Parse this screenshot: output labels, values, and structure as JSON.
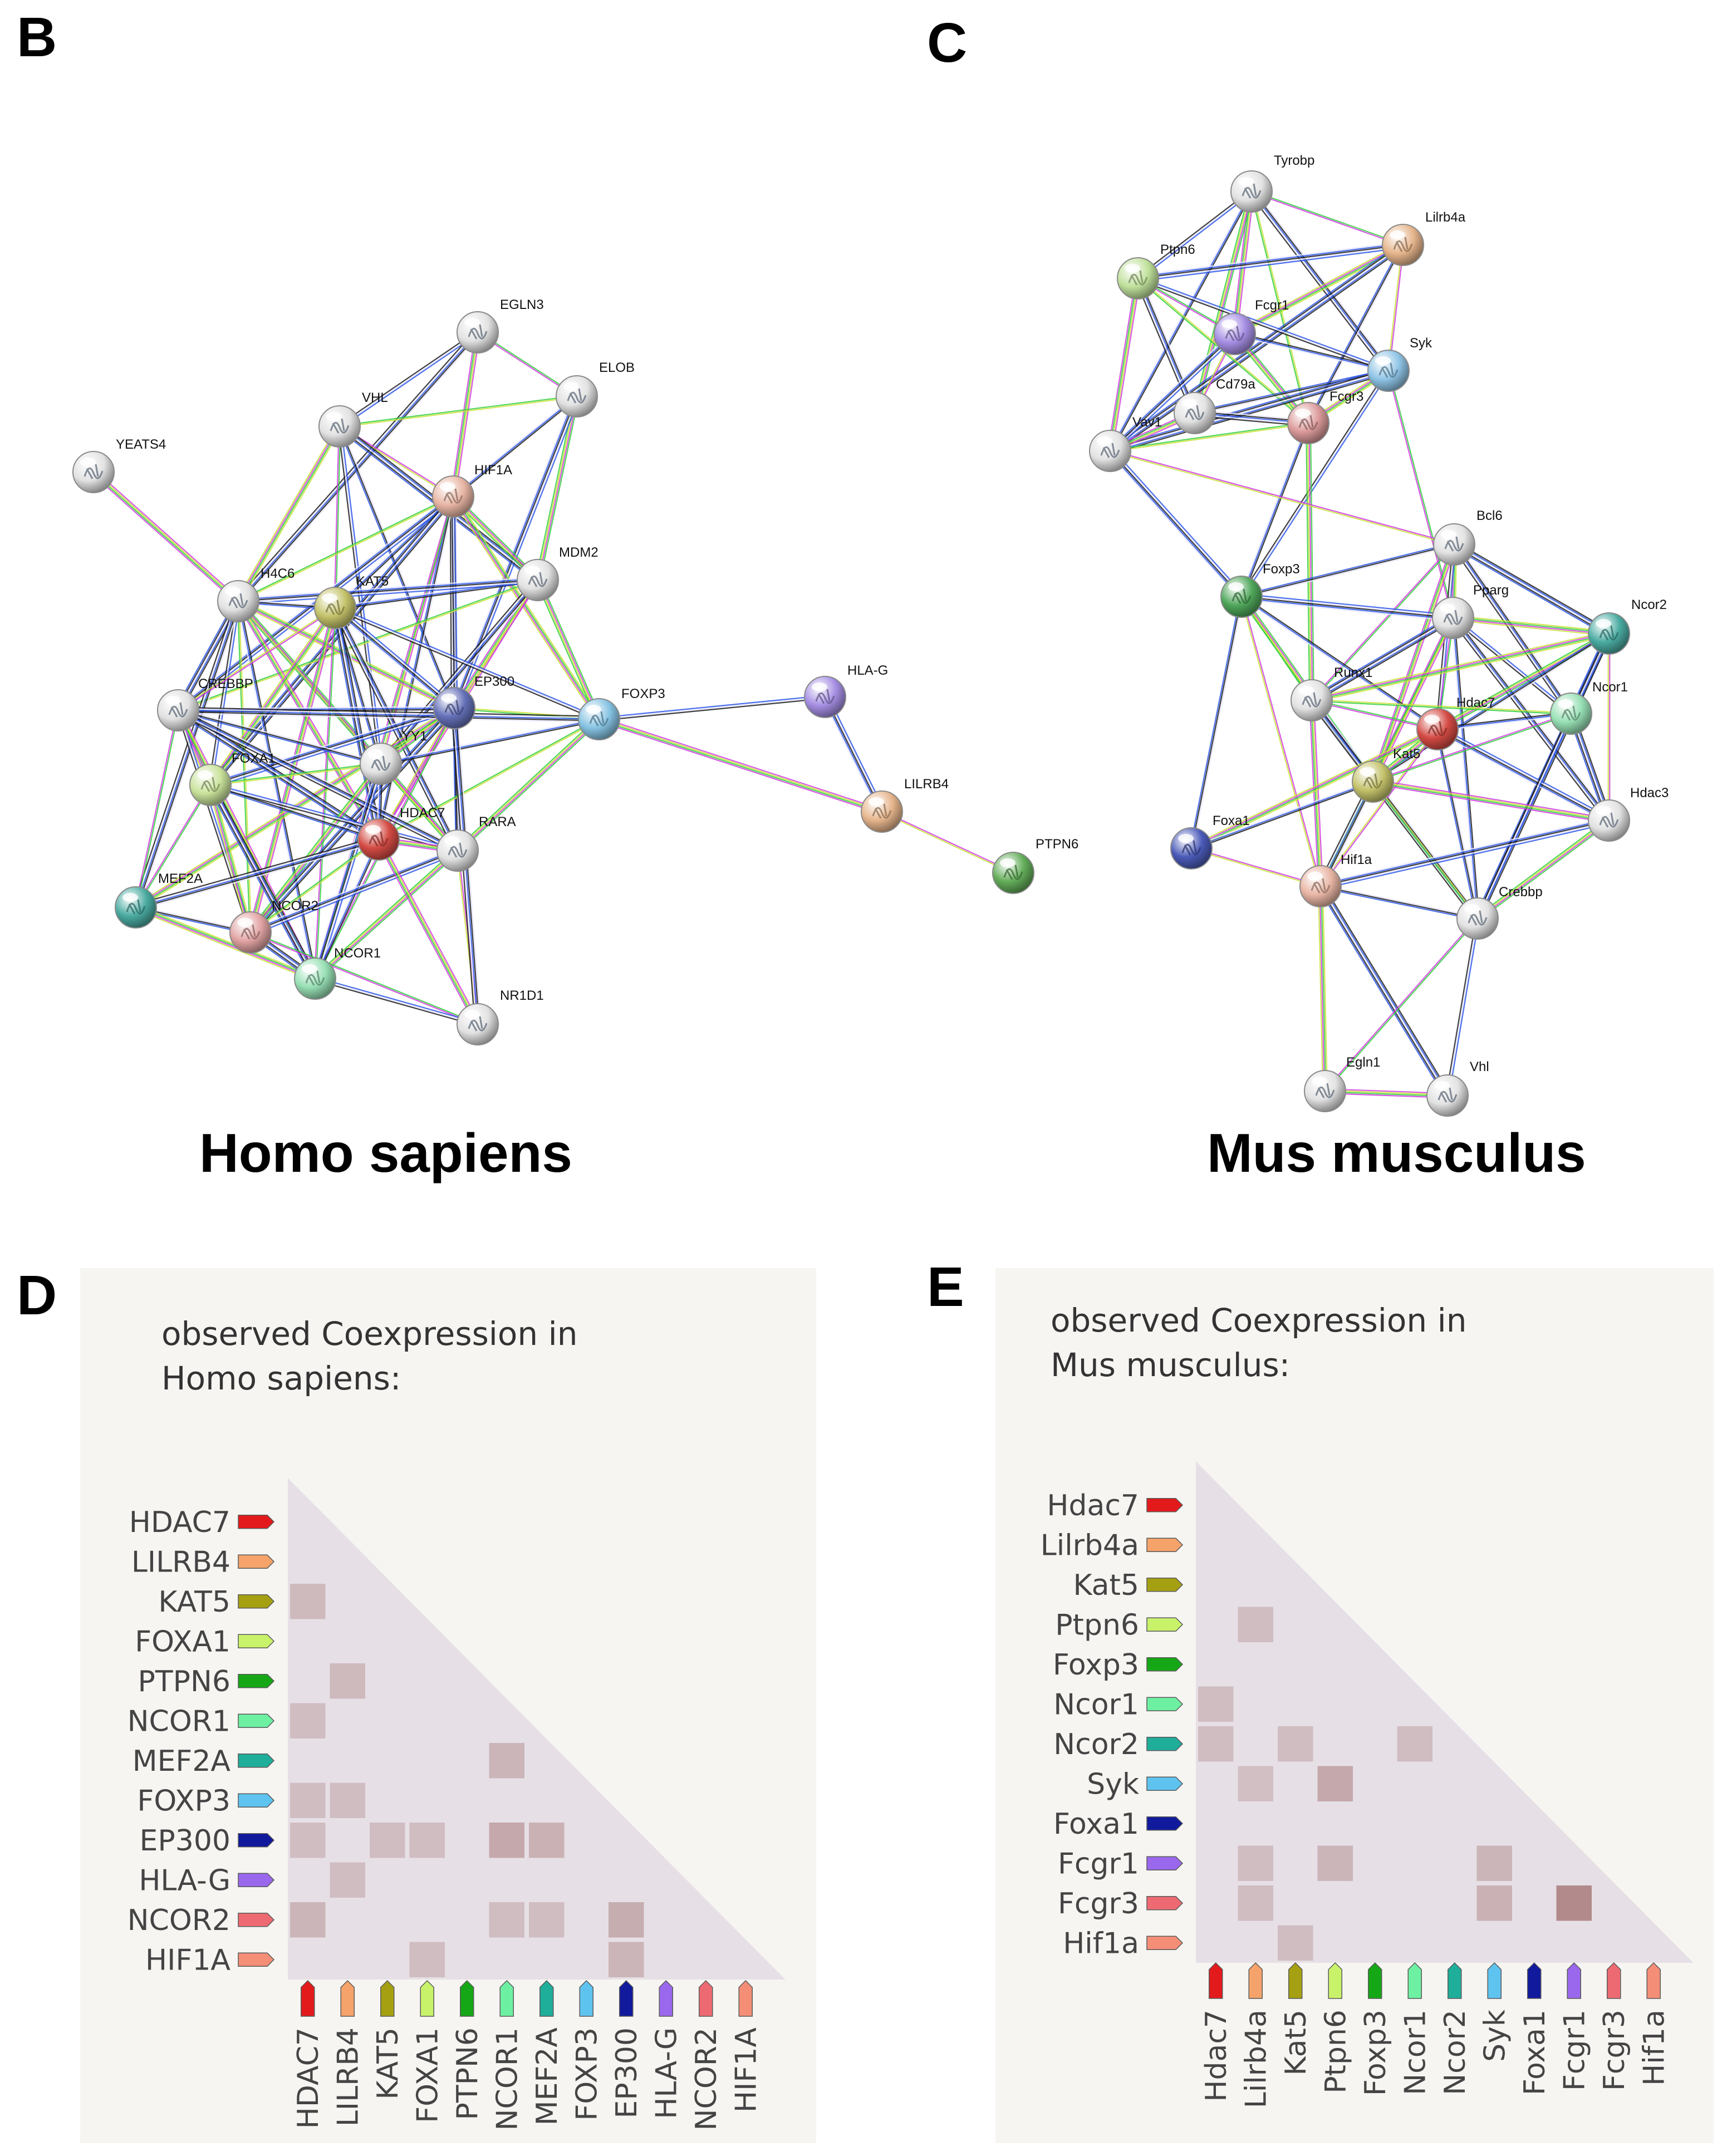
{
  "panels": {
    "B": "B",
    "C": "C",
    "D": "D",
    "E": "E"
  },
  "species": {
    "human": "Homo sapiens",
    "mouse": "Mus musculus"
  },
  "network_human": {
    "nodes": [
      {
        "id": "EGLN3",
        "color": "#e2e2e2"
      },
      {
        "id": "ELOB",
        "color": "#e2e2e2"
      },
      {
        "id": "VHL",
        "color": "#e2e2e2"
      },
      {
        "id": "YEATS4",
        "color": "#e2e2e2"
      },
      {
        "id": "HIF1A",
        "color": "#e8b5a4"
      },
      {
        "id": "MDM2",
        "color": "#e2e2e2"
      },
      {
        "id": "H4C6",
        "color": "#e2e2e2"
      },
      {
        "id": "KAT5",
        "color": "#c4c26a"
      },
      {
        "id": "EP300",
        "color": "#6470b8"
      },
      {
        "id": "FOXP3",
        "color": "#86c3e3"
      },
      {
        "id": "HLA-G",
        "color": "#a58ee3"
      },
      {
        "id": "CREBBP",
        "color": "#e2e2e2"
      },
      {
        "id": "YY1",
        "color": "#e2e2e2"
      },
      {
        "id": "FOXA1",
        "color": "#c8e29a"
      },
      {
        "id": "HDAC7",
        "color": "#d34a43"
      },
      {
        "id": "RARA",
        "color": "#e2e2e2"
      },
      {
        "id": "LILRB4",
        "color": "#e6b58c"
      },
      {
        "id": "PTPN6",
        "color": "#63ad59"
      },
      {
        "id": "MEF2A",
        "color": "#4aaba1"
      },
      {
        "id": "NCOR2",
        "color": "#e2a3a3"
      },
      {
        "id": "NCOR1",
        "color": "#97dfb4"
      },
      {
        "id": "NR1D1",
        "color": "#e2e2e2"
      }
    ]
  },
  "network_mouse": {
    "nodes": [
      {
        "id": "Tyrobp",
        "color": "#e2e2e2"
      },
      {
        "id": "Lilrb4a",
        "color": "#e6b58c"
      },
      {
        "id": "Ptpn6",
        "color": "#bfe09a"
      },
      {
        "id": "Fcgr1",
        "color": "#a58ee3"
      },
      {
        "id": "Syk",
        "color": "#8fc4e6"
      },
      {
        "id": "Cd79a",
        "color": "#e2e2e2"
      },
      {
        "id": "Fcgr3",
        "color": "#dc9a9a"
      },
      {
        "id": "Vav1",
        "color": "#e2e2e2"
      },
      {
        "id": "Bcl6",
        "color": "#e2e2e2"
      },
      {
        "id": "Foxp3",
        "color": "#4fa65a"
      },
      {
        "id": "Pparg",
        "color": "#e2e2e2"
      },
      {
        "id": "Ncor2",
        "color": "#4aaba1"
      },
      {
        "id": "Runx1",
        "color": "#e2e2e2"
      },
      {
        "id": "Hdac7",
        "color": "#d34a43"
      },
      {
        "id": "Ncor1",
        "color": "#97dfb4"
      },
      {
        "id": "Kat5",
        "color": "#c4c26a"
      },
      {
        "id": "Hdac3",
        "color": "#e2e2e2"
      },
      {
        "id": "Foxa1",
        "color": "#4b5ab8"
      },
      {
        "id": "Hif1a",
        "color": "#e8b5a4"
      },
      {
        "id": "Crebbp",
        "color": "#e2e2e2"
      },
      {
        "id": "Egln1",
        "color": "#e2e2e2"
      },
      {
        "id": "Vhl",
        "color": "#e2e2e2"
      }
    ]
  },
  "heatmap_human": {
    "title_line1": "observed Coexpression in",
    "title_line2": "Homo sapiens:",
    "genes": [
      {
        "name": "HDAC7",
        "color": "#e31a1c"
      },
      {
        "name": "LILRB4",
        "color": "#f5a36a"
      },
      {
        "name": "KAT5",
        "color": "#a5a012"
      },
      {
        "name": "FOXA1",
        "color": "#c9f26b"
      },
      {
        "name": "PTPN6",
        "color": "#16a716"
      },
      {
        "name": "NCOR1",
        "color": "#6ef0a2"
      },
      {
        "name": "MEF2A",
        "color": "#1fae9a"
      },
      {
        "name": "FOXP3",
        "color": "#5fc3f0"
      },
      {
        "name": "EP300",
        "color": "#111a9c"
      },
      {
        "name": "HLA-G",
        "color": "#9a68ec"
      },
      {
        "name": "NCOR2",
        "color": "#ee6a72"
      },
      {
        "name": "HIF1A",
        "color": "#f48e76"
      }
    ],
    "cells": [
      {
        "row": 2,
        "col": 0,
        "v": 0.25
      },
      {
        "row": 4,
        "col": 1,
        "v": 0.25
      },
      {
        "row": 5,
        "col": 0,
        "v": 0.22
      },
      {
        "row": 6,
        "col": 5,
        "v": 0.3
      },
      {
        "row": 7,
        "col": 0,
        "v": 0.2
      },
      {
        "row": 7,
        "col": 1,
        "v": 0.2
      },
      {
        "row": 8,
        "col": 0,
        "v": 0.2
      },
      {
        "row": 8,
        "col": 2,
        "v": 0.2
      },
      {
        "row": 8,
        "col": 3,
        "v": 0.2
      },
      {
        "row": 8,
        "col": 5,
        "v": 0.45
      },
      {
        "row": 8,
        "col": 6,
        "v": 0.35
      },
      {
        "row": 9,
        "col": 1,
        "v": 0.2
      },
      {
        "row": 10,
        "col": 0,
        "v": 0.3
      },
      {
        "row": 10,
        "col": 5,
        "v": 0.2
      },
      {
        "row": 10,
        "col": 6,
        "v": 0.2
      },
      {
        "row": 10,
        "col": 8,
        "v": 0.4
      },
      {
        "row": 11,
        "col": 3,
        "v": 0.2
      },
      {
        "row": 11,
        "col": 8,
        "v": 0.3
      }
    ]
  },
  "heatmap_mouse": {
    "title_line1": "observed Coexpression in",
    "title_line2": "Mus musculus:",
    "genes": [
      {
        "name": "Hdac7",
        "color": "#e31a1c"
      },
      {
        "name": "Lilrb4a",
        "color": "#f5a36a"
      },
      {
        "name": "Kat5",
        "color": "#a5a012"
      },
      {
        "name": "Ptpn6",
        "color": "#c9f26b"
      },
      {
        "name": "Foxp3",
        "color": "#16a716"
      },
      {
        "name": "Ncor1",
        "color": "#6ef0a2"
      },
      {
        "name": "Ncor2",
        "color": "#1fae9a"
      },
      {
        "name": "Syk",
        "color": "#5fc3f0"
      },
      {
        "name": "Foxa1",
        "color": "#111a9c"
      },
      {
        "name": "Fcgr1",
        "color": "#9a68ec"
      },
      {
        "name": "Fcgr3",
        "color": "#ee6a72"
      },
      {
        "name": "Hif1a",
        "color": "#f48e76"
      }
    ],
    "cells": [
      {
        "row": 3,
        "col": 1,
        "v": 0.2
      },
      {
        "row": 5,
        "col": 0,
        "v": 0.2
      },
      {
        "row": 6,
        "col": 0,
        "v": 0.2
      },
      {
        "row": 6,
        "col": 2,
        "v": 0.2
      },
      {
        "row": 6,
        "col": 5,
        "v": 0.2
      },
      {
        "row": 7,
        "col": 1,
        "v": 0.18
      },
      {
        "row": 7,
        "col": 3,
        "v": 0.45
      },
      {
        "row": 9,
        "col": 1,
        "v": 0.2
      },
      {
        "row": 9,
        "col": 3,
        "v": 0.3
      },
      {
        "row": 9,
        "col": 7,
        "v": 0.3
      },
      {
        "row": 10,
        "col": 1,
        "v": 0.2
      },
      {
        "row": 10,
        "col": 7,
        "v": 0.35
      },
      {
        "row": 10,
        "col": 9,
        "v": 0.8
      },
      {
        "row": 11,
        "col": 2,
        "v": 0.2
      }
    ]
  }
}
